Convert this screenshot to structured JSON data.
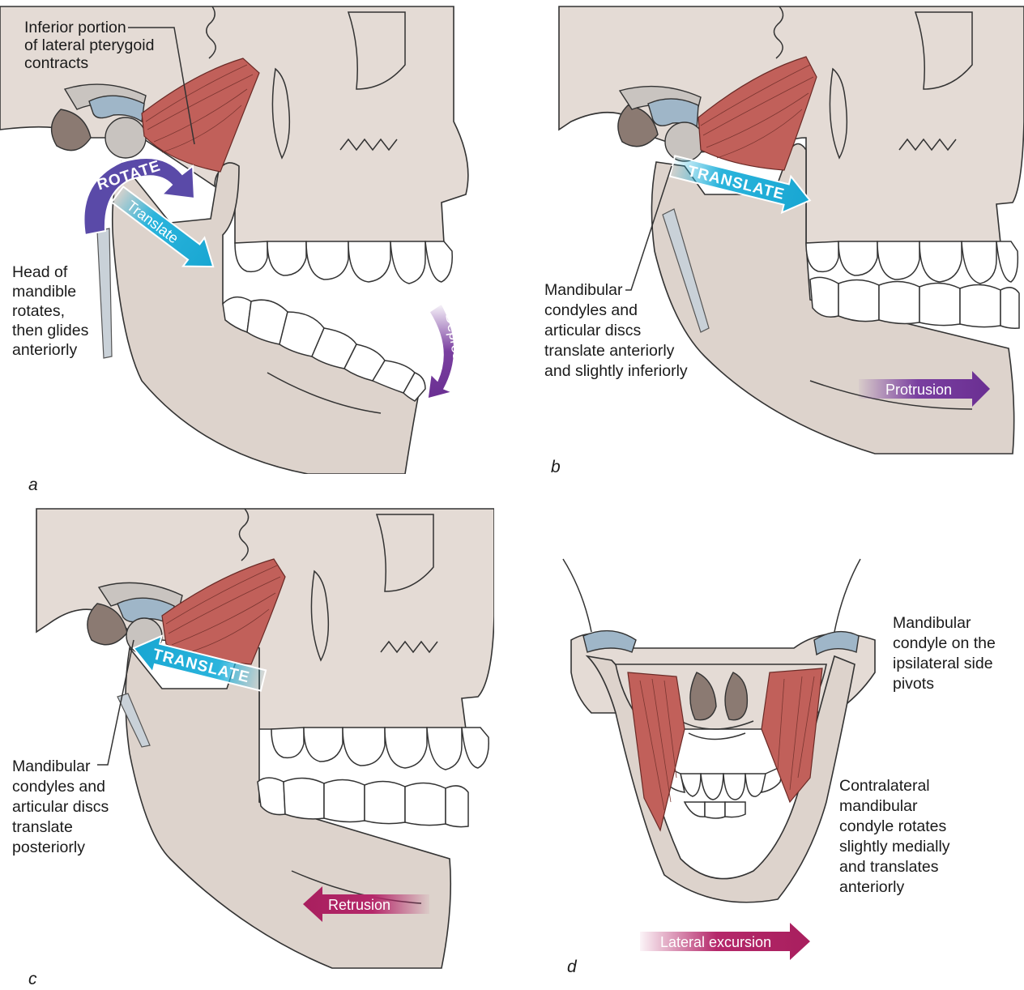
{
  "panels": {
    "a": {
      "letter": "a",
      "muscle_label": [
        "Inferior portion",
        "of lateral pterygoid",
        "contracts"
      ],
      "head_label": [
        "Head of",
        "mandible",
        "rotates,",
        "then glides",
        "anteriorly"
      ],
      "rotate_arrow": "ROTATE",
      "translate_arrow": "Translate",
      "depression_arrow": "Depression"
    },
    "b": {
      "letter": "b",
      "condyle_label": [
        "Mandibular",
        "condyles and",
        "articular discs",
        "translate anteriorly",
        "and slightly inferiorly"
      ],
      "translate_arrow": "TRANSLATE",
      "protrusion_arrow": "Protrusion"
    },
    "c": {
      "letter": "c",
      "condyle_label": [
        "Mandibular",
        "condyles and",
        "articular discs",
        "translate",
        "posteriorly"
      ],
      "translate_arrow": "TRANSLATE",
      "retrusion_arrow": "Retrusion"
    },
    "d": {
      "letter": "d",
      "ipsilateral_label": [
        "Mandibular",
        "condyle on the",
        "ipsilateral side",
        "pivots"
      ],
      "contralateral_label": [
        "Contralateral",
        "mandibular",
        "condyle rotates",
        "slightly medially",
        "and translates",
        "anteriorly"
      ],
      "lateral_arrow": "Lateral excursion"
    }
  },
  "colors": {
    "skull": "#e4dbd5",
    "muscle": "#c1605a",
    "disc": "#9fb6c8",
    "translate_arrow": "#2ab4dc",
    "rotate_arrow": "#5a4aa8",
    "motion_arrow_purple": "#7a3fa0",
    "motion_arrow_magenta": "#b5286a"
  }
}
